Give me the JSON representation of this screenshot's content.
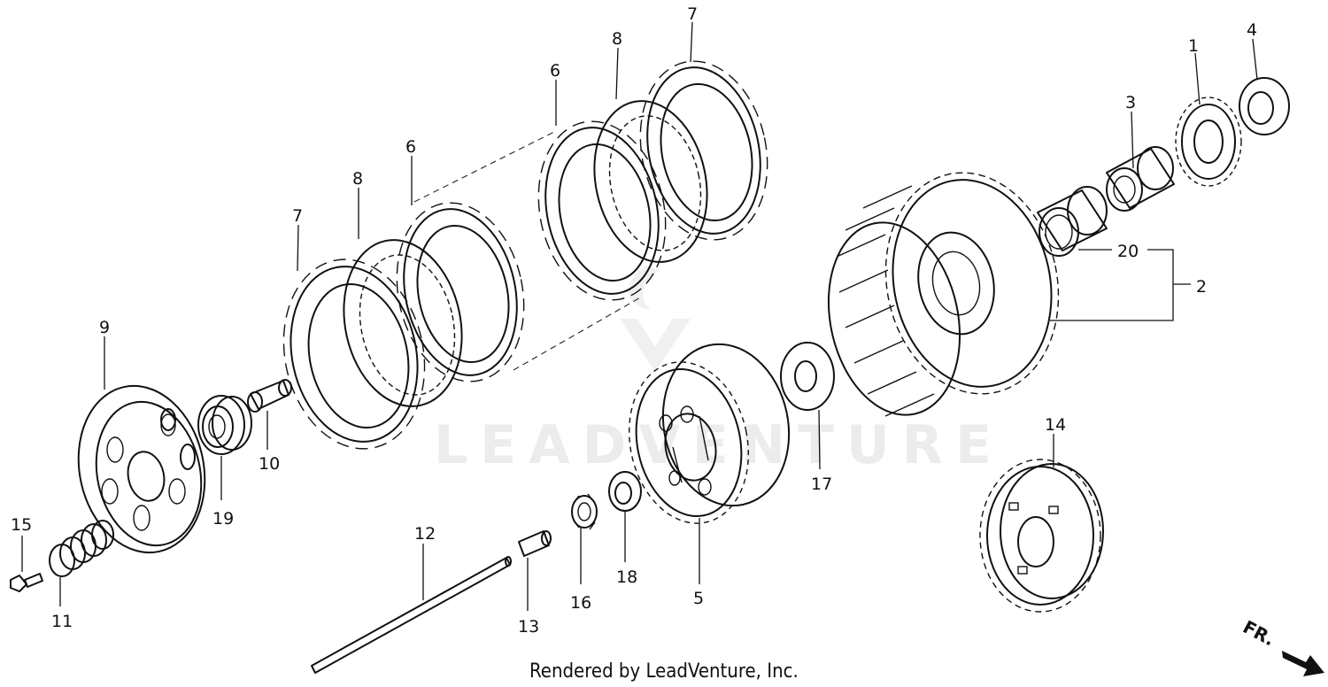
{
  "diagram": {
    "callouts": {
      "p1": "1",
      "p2": "2",
      "p3": "3",
      "p4": "4",
      "p5": "5",
      "p6a": "6",
      "p6b": "6",
      "p7a": "7",
      "p7b": "7",
      "p8a": "8",
      "p8b": "8",
      "p9": "9",
      "p10": "10",
      "p11": "11",
      "p12": "12",
      "p13": "13",
      "p14": "14",
      "p15": "15",
      "p16": "16",
      "p17": "17",
      "p18": "18",
      "p19": "19",
      "p20": "20"
    },
    "watermark": "LEADVENTURE",
    "footer": "Rendered by LeadVenture, Inc.",
    "direction_label": "FR."
  }
}
